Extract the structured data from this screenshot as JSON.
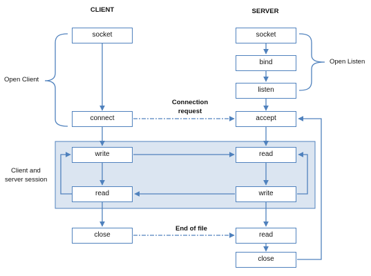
{
  "headers": {
    "client": "CLIENT",
    "server": "SERVER"
  },
  "client_nodes": {
    "socket": "socket",
    "connect": "connect",
    "write": "write",
    "read": "read",
    "close": "close"
  },
  "server_nodes": {
    "socket": "socket",
    "bind": "bind",
    "listen": "listen",
    "accept": "accept",
    "read": "read",
    "write": "write",
    "read_eof": "read",
    "close": "close"
  },
  "labels": {
    "open_client": "Open Client",
    "open_listen": "Open Listen",
    "session_line1": "Client  and",
    "session_line2": "server session",
    "connection_line1": "Connection",
    "connection_line2": "request",
    "end_of_file": "End of file"
  },
  "colors": {
    "line": "#4f81bd",
    "session_fill": "#dbe5f1"
  }
}
